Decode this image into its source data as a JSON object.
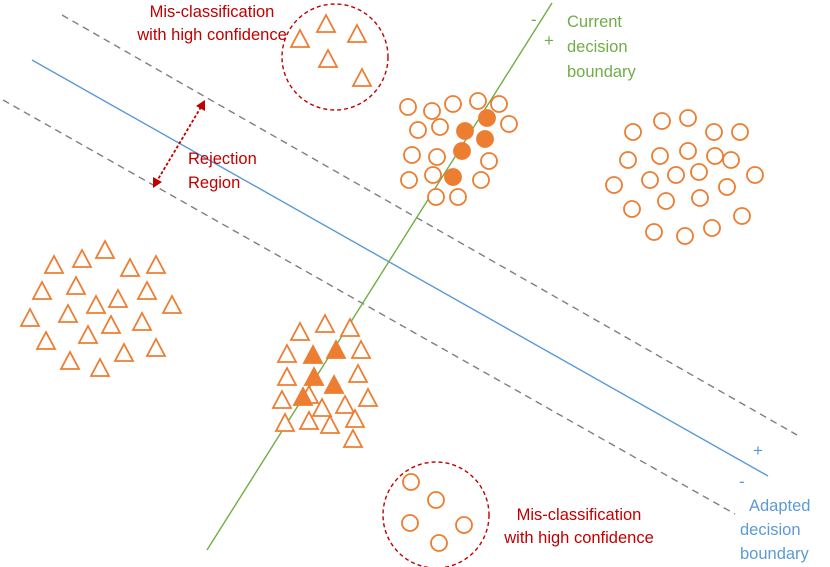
{
  "labels": {
    "misclass_top_line1": "Mis-classification",
    "misclass_top_line2": "with high confidence",
    "rejection_line1": "Rejection",
    "rejection_line2": "Region",
    "current_boundary_line1": "Current",
    "current_boundary_line2": "decision",
    "current_boundary_line3": "boundary",
    "adapted_boundary_line1": "Adapted",
    "adapted_boundary_line2": "decision",
    "adapted_boundary_line3": "boundary",
    "misclass_bottom_line1": "Mis-classification",
    "misclass_bottom_line2": "with high confidence"
  },
  "signs": {
    "current_minus": "-",
    "current_plus": "+",
    "adapted_plus": "+",
    "adapted_minus": "-"
  },
  "colors": {
    "marker": "#ed7d31",
    "current_boundary": "#70ad47",
    "adapted_boundary": "#5b9bd5",
    "rejection_margin": "#7f7f7f",
    "highlight": "#c00000"
  },
  "icons": {
    "hollow_circle": "circle-marker-icon",
    "filled_circle": "filled-circle-marker-icon",
    "hollow_triangle": "triangle-marker-icon",
    "filled_triangle": "filled-triangle-marker-icon",
    "double_arrow": "double-arrow-icon"
  }
}
